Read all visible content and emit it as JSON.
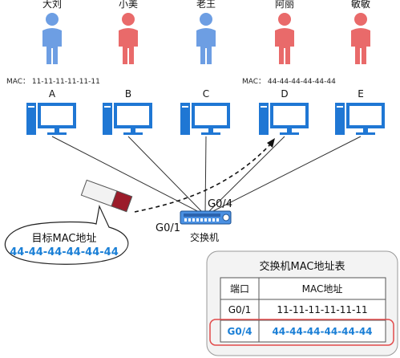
{
  "people": [
    {
      "name": "大刘",
      "color": "#6d9ee3"
    },
    {
      "name": "小美",
      "color": "#e96a6a"
    },
    {
      "name": "老王",
      "color": "#6d9ee3"
    },
    {
      "name": "阿丽",
      "color": "#e96a6a"
    },
    {
      "name": "敏敏",
      "color": "#e96a6a"
    }
  ],
  "mac_labels": {
    "a": "MAC： 11-11-11-11-11-11",
    "d": "MAC： 44-44-44-44-44-44"
  },
  "computers": [
    "A",
    "B",
    "C",
    "D",
    "E"
  ],
  "switch": {
    "name": "交换机",
    "port_in": "G0/1",
    "port_out": "G0/4"
  },
  "bubble": {
    "line1": "目标MAC地址",
    "line2": "44-44-44-44-44-44"
  },
  "mac_table": {
    "title": "交换机MAC地址表",
    "headers": [
      "端口",
      "MAC地址"
    ],
    "rows": [
      {
        "port": "G0/1",
        "mac": "11-11-11-11-11-11"
      },
      {
        "port": "G0/4",
        "mac": "44-44-44-44-44-44"
      }
    ]
  },
  "colors": {
    "computer_blue": "#1f77d4",
    "highlight_blue": "#1a7fd6",
    "highlight_red": "#e24b4b",
    "switch_blue": "#3a86d9",
    "frame_gray": "#f3f3f3",
    "frame_border": "#9a9a9a"
  }
}
